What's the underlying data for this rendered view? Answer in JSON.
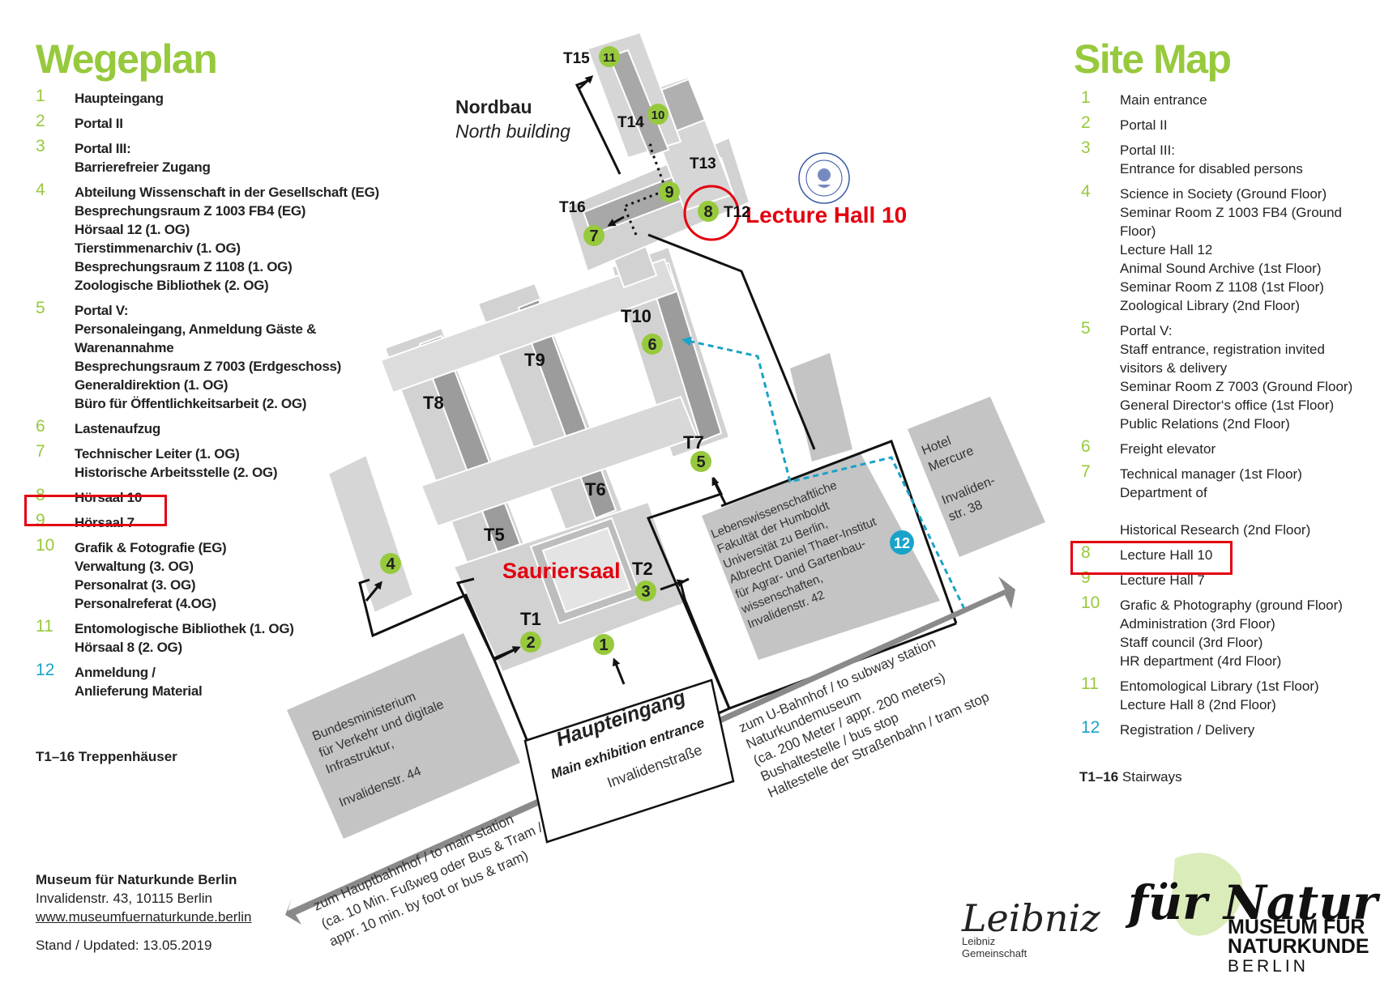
{
  "titles": {
    "de": "Wegeplan",
    "en": "Site Map"
  },
  "colors": {
    "green": "#97c93d",
    "blue": "#1aa3c8",
    "red": "#e3000f"
  },
  "legend_de": [
    {
      "num": "1",
      "lines": [
        "Haupteingang"
      ]
    },
    {
      "num": "2",
      "lines": [
        "Portal II"
      ]
    },
    {
      "num": "3",
      "lines": [
        "Portal III:",
        "Barrierefreier Zugang"
      ]
    },
    {
      "num": "4",
      "lines": [
        "Abteilung Wissenschaft in der Gesellschaft (EG)",
        "Besprechungsraum Z 1003 FB4 (EG)",
        "Hörsaal 12 (1. OG)",
        "Tierstimmenarchiv (1. OG)",
        "Besprechungsraum Z 1108 (1. OG)",
        "Zoologische Bibliothek (2. OG)"
      ]
    },
    {
      "num": "5",
      "lines": [
        "Portal V:",
        "Personaleingang, Anmeldung Gäste &",
        "Warenannahme",
        "Besprechungsraum Z 7003 (Erdgeschoss)",
        "Generaldirektion (1. OG)",
        "Büro für Öffentlichkeitsarbeit (2. OG)"
      ]
    },
    {
      "num": "6",
      "lines": [
        "Lastenaufzug"
      ]
    },
    {
      "num": "7",
      "lines": [
        "Technischer Leiter (1. OG)",
        "Historische Arbeitsstelle (2. OG)"
      ]
    },
    {
      "num": "8",
      "lines": [
        "Hörsaal 10"
      ]
    },
    {
      "num": "9",
      "lines": [
        "Hörsaal 7"
      ]
    },
    {
      "num": "10",
      "lines": [
        "Grafik & Fotografie (EG)",
        "Verwaltung (3. OG)",
        "Personalrat (3. OG)",
        "Personalreferat (4.OG)"
      ]
    },
    {
      "num": "11",
      "lines": [
        "Entomologische Bibliothek (1. OG)",
        "Hörsaal 8 (2. OG)"
      ]
    },
    {
      "num": "12",
      "lines": [
        "Anmeldung /",
        "Anlieferung Material"
      ]
    }
  ],
  "legend_en": [
    {
      "num": "1",
      "lines": [
        "Main entrance"
      ]
    },
    {
      "num": "2",
      "lines": [
        "Portal II"
      ]
    },
    {
      "num": "3",
      "lines": [
        "Portal III:",
        "Entrance for disabled persons"
      ]
    },
    {
      "num": "4",
      "lines": [
        "Science in Society (Ground Floor)",
        "Seminar Room Z 1003 FB4 (Ground",
        "Floor)",
        "Lecture Hall 12",
        "Animal Sound Archive (1st Floor)",
        "Seminar Room Z 1108 (1st Floor)",
        "Zoological Library (2nd Floor)"
      ]
    },
    {
      "num": "5",
      "lines": [
        "Portal V:",
        "Staff entrance, registration invited",
        "visitors & delivery",
        "Seminar Room Z 7003 (Ground Floor)",
        "General Director‘s office (1st Floor)",
        "Public Relations (2nd Floor)"
      ]
    },
    {
      "num": "6",
      "lines": [
        "Freight elevator"
      ]
    },
    {
      "num": "7",
      "lines": [
        "Technical manager (1st Floor)",
        "Department of",
        "",
        "Historical Research (2nd Floor)"
      ]
    },
    {
      "num": "8",
      "lines": [
        "Lecture Hall 10"
      ]
    },
    {
      "num": "9",
      "lines": [
        "Lecture Hall 7"
      ]
    },
    {
      "num": "10",
      "lines": [
        "Grafic & Photography (ground Floor)",
        "Administration (3rd Floor)",
        "Staff council (3rd Floor)",
        "HR department (4rd Floor)"
      ]
    },
    {
      "num": "11",
      "lines": [
        "Entomological Library (1st Floor)",
        "Lecture Hall 8 (2nd Floor)"
      ]
    },
    {
      "num": "12",
      "lines": [
        "Registration / Delivery"
      ]
    }
  ],
  "stairs_de": {
    "bold": "T1–16",
    "text": " Treppenhäuser"
  },
  "stairs_en": {
    "bold": "T1–16",
    "text": " Stairways"
  },
  "address": {
    "name": "Museum für Naturkunde Berlin",
    "street": "Invalidenstr. 43, 10115 Berlin",
    "url": "www.museumfuernaturkunde.berlin",
    "updated": "Stand / Updated: 13.05.2019"
  },
  "map": {
    "north_building_de": "Nordbau",
    "north_building_en": "North building",
    "stairs": [
      "T1",
      "T2",
      "T5",
      "T6",
      "T7",
      "T8",
      "T9",
      "T10",
      "T12",
      "T13",
      "T14",
      "T15",
      "T16"
    ],
    "annotation_lecture_hall": "Lecture Hall 10",
    "annotation_saurier": "Sauriersaal",
    "entrance_de": "Haupteingang",
    "entrance_en": "Main exhibition entrance",
    "street": "Invalidenstraße",
    "building_ministry": [
      "Bundesministerium",
      "für Verkehr und digitale",
      "Infrastruktur,",
      "",
      "Invalidenstr. 44"
    ],
    "building_faculty": [
      "Lebenswissenschaftliche",
      "Fakultät der Humboldt",
      "Universität zu Berlin,",
      "Albrecht Daniel Thaer-Institut",
      "für Agrar- und Gartenbau-",
      "wissenschaften,",
      "Invalidenstr. 42"
    ],
    "building_hotel": [
      "Hotel",
      "Mercure",
      "",
      "Invaliden-",
      "str. 38"
    ],
    "directions_main_station": [
      "zum Hauptbahnhof / to main station",
      "(ca. 10 Min. Fußweg oder Bus & Tram /",
      "appr. 10 min. by foot or bus & tram)"
    ],
    "directions_subway": [
      "zum U-Bahnhof / to subway station",
      "Naturkundemuseum",
      "(ca. 200 Meter / appr. 200 meters)",
      "Bushaltestelle / bus stop",
      "Haltestelle der Straßenbahn / tram stop"
    ]
  },
  "logos": {
    "leibniz_script": "Leibniz",
    "leibniz_text": [
      "Leibniz",
      "Gemeinschaft"
    ],
    "museum_script": "für Natur",
    "museum_text": [
      "MUSEUM FÜR",
      "NATURKUNDE"
    ],
    "museum_city": "BERLIN"
  }
}
